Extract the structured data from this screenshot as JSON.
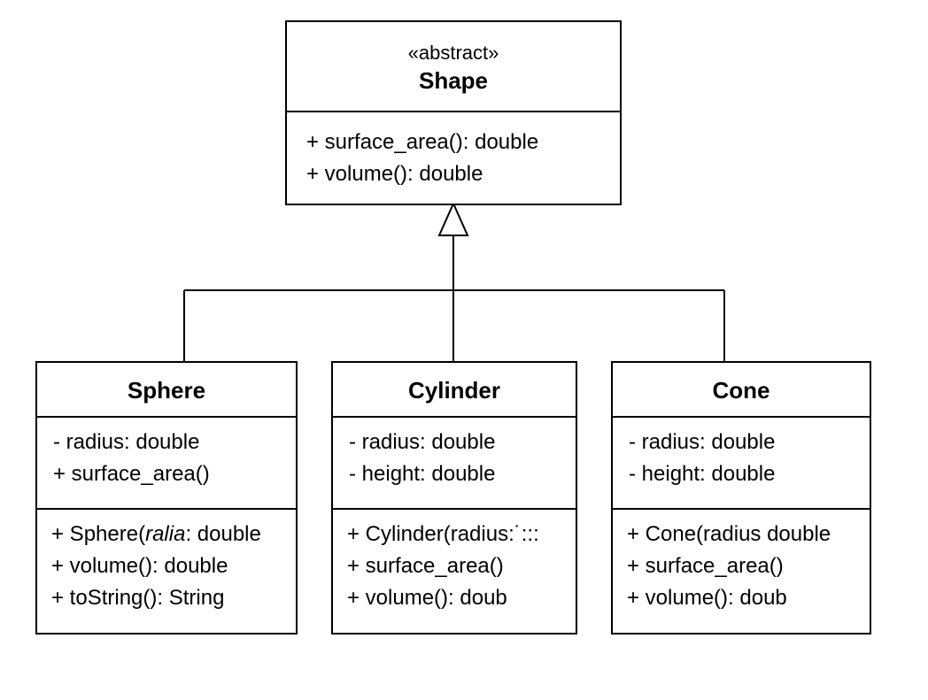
{
  "shape": {
    "stereotype": "«abstract»",
    "name": "Shape",
    "operations": [
      "+ surface_area(): double",
      "+ volume(): double"
    ]
  },
  "sphere": {
    "name": "Sphere",
    "attributes": [
      "- radius: double",
      "+ surface_area()"
    ],
    "operations": [
      {
        "prefix": "+ Sphere(",
        "italic": "ralia",
        "suffix": ": double"
      },
      "+ volume(): double",
      "+ toString(): String"
    ]
  },
  "cylinder": {
    "name": "Cylinder",
    "attributes": [
      "- radius: double",
      "- height: double"
    ],
    "operations": [
      "+ Cylinder(radius:˙:::",
      "+ surface_area()",
      "+ volume(): doub"
    ]
  },
  "cone": {
    "name": "Cone",
    "attributes": [
      "- radius: double",
      "- height: double"
    ],
    "operations": [
      "+ Cone(radius double",
      "+ surface_area()",
      "+ volume(): doub"
    ]
  }
}
